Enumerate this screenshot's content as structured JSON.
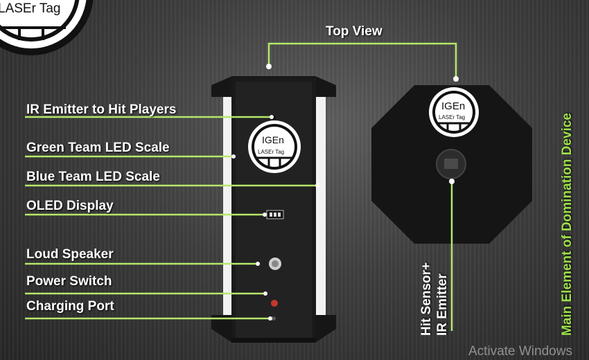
{
  "top_view_label": "Top View",
  "corner_logo_text": "LASEr Tag",
  "logo": {
    "line1": "IGEn",
    "line2": "LASEr Tag"
  },
  "labels": {
    "ir_emitter": "IR Emitter to Hit Players",
    "green_led": "Green Team LED Scale",
    "blue_led": "Blue Team LED Scale",
    "oled": "OLED Display",
    "speaker": "Loud Speaker",
    "power": "Power Switch",
    "charging": "Charging Port"
  },
  "hit_sensor": {
    "line1": "Hit Sensor+",
    "line2": "IR Emitter"
  },
  "main_element": "Main Element of Domination Device",
  "watermark": "Activate Windows",
  "colors": {
    "accent": "#b5e86a",
    "title_green": "#9ee04a",
    "text": "#ffffff"
  }
}
